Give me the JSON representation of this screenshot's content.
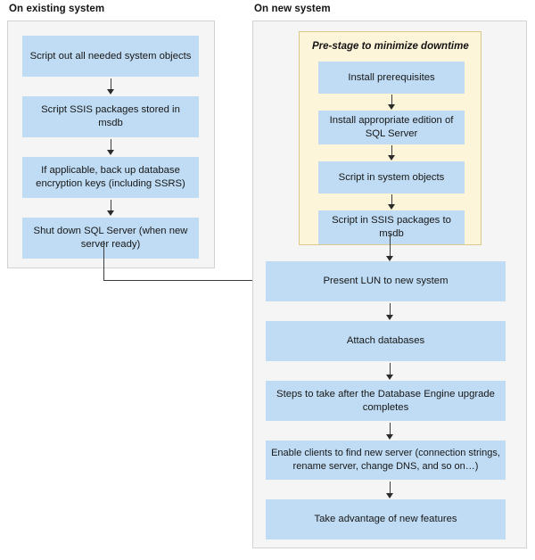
{
  "diagram": {
    "title_left": "On existing system",
    "title_right": "On new system",
    "colors": {
      "node_fill": "#bfdcf4",
      "panel_fill": "#f5f5f5",
      "panel_border": "#d2d2d2",
      "prestage_fill": "#fdf5d9",
      "prestage_border": "#d9c98a",
      "connector": "#3d3d3d"
    }
  },
  "existing_system": {
    "label": "On existing system",
    "steps": [
      {
        "text": "Script out all needed system objects"
      },
      {
        "text": "Script SSIS packages stored in msdb"
      },
      {
        "text": "If applicable, back up database encryption keys (including SSRS)"
      },
      {
        "text": "Shut down SQL Server (when new server ready)"
      }
    ]
  },
  "new_system": {
    "label": "On new system",
    "prestage": {
      "label": "Pre-stage to minimize downtime",
      "steps": [
        {
          "text": "Install prerequisites"
        },
        {
          "text": "Install appropriate edition of SQL Server"
        },
        {
          "text": "Script in system objects"
        },
        {
          "text": "Script in SSIS packages to msdb"
        }
      ]
    },
    "steps": [
      {
        "text": "Present LUN to new system"
      },
      {
        "text": "Attach databases"
      },
      {
        "text": "Steps to take after the Database Engine upgrade completes"
      },
      {
        "text": "Enable clients to find new server (connection strings, rename server, change DNS, and so on…)"
      },
      {
        "text": "Take advantage of new features"
      }
    ]
  }
}
